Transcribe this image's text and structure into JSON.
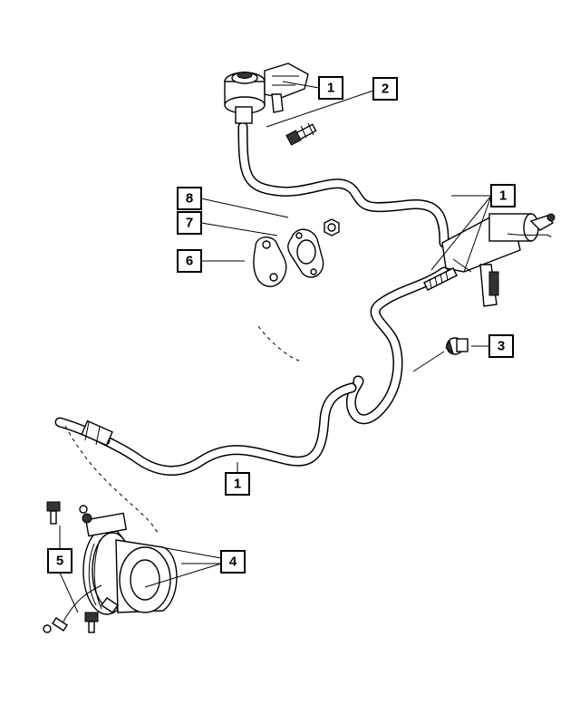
{
  "diagram": {
    "callouts": [
      {
        "id": "c1a",
        "label": "1"
      },
      {
        "id": "c2",
        "label": "2"
      },
      {
        "id": "c8",
        "label": "8"
      },
      {
        "id": "c7",
        "label": "7"
      },
      {
        "id": "c6",
        "label": "6"
      },
      {
        "id": "c1b",
        "label": "1"
      },
      {
        "id": "c3",
        "label": "3"
      },
      {
        "id": "c1c",
        "label": "1"
      },
      {
        "id": "c4",
        "label": "4"
      },
      {
        "id": "c5",
        "label": "5"
      }
    ]
  }
}
